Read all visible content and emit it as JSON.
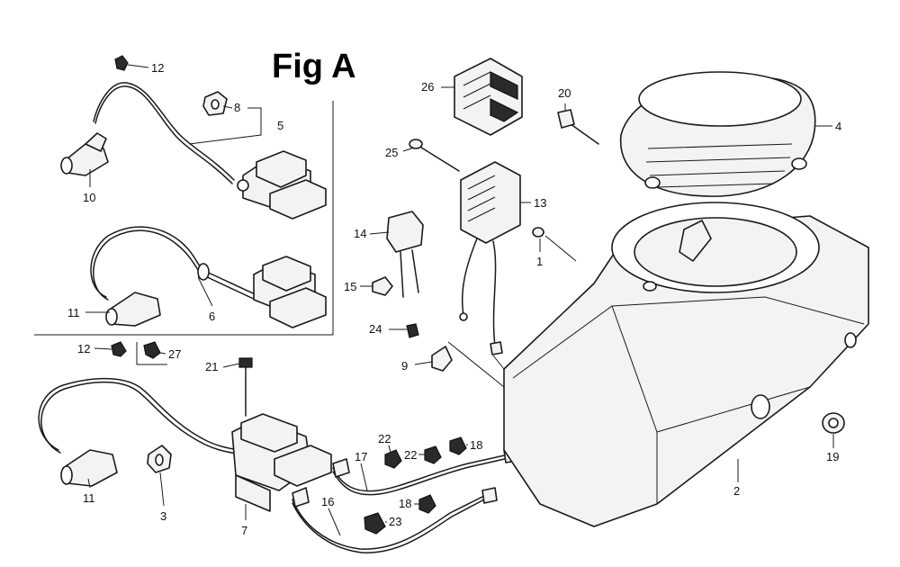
{
  "figure": {
    "title": "Fig A"
  },
  "callouts": {
    "c12a": "12",
    "c10": "10",
    "c8": "8",
    "c5": "5",
    "c11a": "11",
    "c6": "6",
    "c12b": "12",
    "c27": "27",
    "c21": "21",
    "c11b": "11",
    "c3": "3",
    "c7": "7",
    "c17": "17",
    "c22a": "22",
    "c22b": "22",
    "c18a": "18",
    "c16": "16",
    "c18b": "18",
    "c23": "23",
    "c26": "26",
    "c25": "25",
    "c13": "13",
    "c14": "14",
    "c15": "15",
    "c1": "1",
    "c24": "24",
    "c9": "9",
    "c20": "20",
    "c4": "4",
    "c2": "2",
    "c19": "19"
  }
}
